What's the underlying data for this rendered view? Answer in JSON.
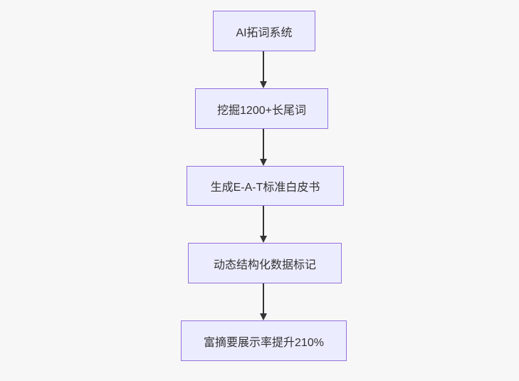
{
  "diagram": {
    "type": "flowchart",
    "direction": "top-down",
    "nodes": [
      {
        "label": "AI拓词系统"
      },
      {
        "label": "挖掘1200+长尾词"
      },
      {
        "label": "生成E-A-T标准白皮书"
      },
      {
        "label": "动态结构化数据标记"
      },
      {
        "label": "富摘要展示率提升210%"
      }
    ],
    "edges": [
      {
        "from": 0,
        "to": 1,
        "arrow": "down"
      },
      {
        "from": 1,
        "to": 2,
        "arrow": "down"
      },
      {
        "from": 2,
        "to": 3,
        "arrow": "down"
      },
      {
        "from": 3,
        "to": 4,
        "arrow": "down"
      }
    ],
    "colors": {
      "node_fill": "#ECECFF",
      "node_border": "#9370DB",
      "text": "#333333",
      "arrow": "#333333",
      "background": "#F7F7F7"
    }
  }
}
